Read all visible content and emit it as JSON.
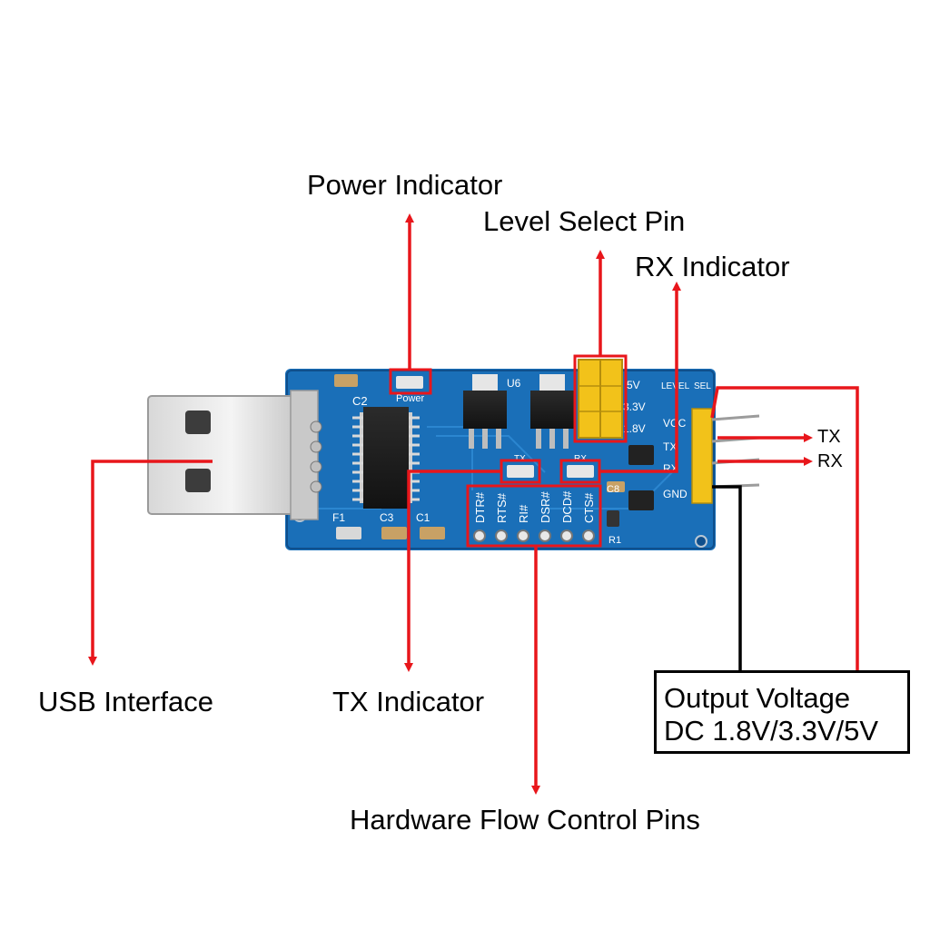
{
  "labels": {
    "power_indicator": "Power Indicator",
    "level_select_pin": "Level Select Pin",
    "rx_indicator": "RX Indicator",
    "usb_interface": "USB Interface",
    "tx_indicator": "TX Indicator",
    "hardware_flow_control_pins": "Hardware Flow Control Pins",
    "tx_pin": "TX",
    "rx_pin": "RX",
    "output_voltage_line1": "Output Voltage",
    "output_voltage_line2": "DC 1.8V/3.3V/5V"
  },
  "board": {
    "silk_c2": "C2",
    "silk_power": "Power",
    "silk_u6": "U6",
    "silk_5v": "5V",
    "silk_33v": "3.3V",
    "silk_18v": "1.8V",
    "silk_level": "LEVEL",
    "silk_sel": "SEL",
    "silk_vcc": "VCC",
    "silk_tx_pin": "TX",
    "silk_rx_pin": "RX",
    "silk_gnd": "GND",
    "silk_tx_led": "TX",
    "silk_rx_led": "RX",
    "silk_f1": "F1",
    "silk_c3": "C3",
    "silk_c1": "C1",
    "silk_c8": "C8",
    "silk_r1": "R1",
    "flow_pins": [
      "DTR#",
      "RTS#",
      "RI#",
      "DSR#",
      "DCD#",
      "CTS#"
    ]
  },
  "colors": {
    "pcb": "#1a6fb8",
    "pcb_dark": "#0f4f8c",
    "callout_red": "#e8161b",
    "jumper_yellow": "#f2c21a",
    "pin_gold": "#e0b23a"
  }
}
